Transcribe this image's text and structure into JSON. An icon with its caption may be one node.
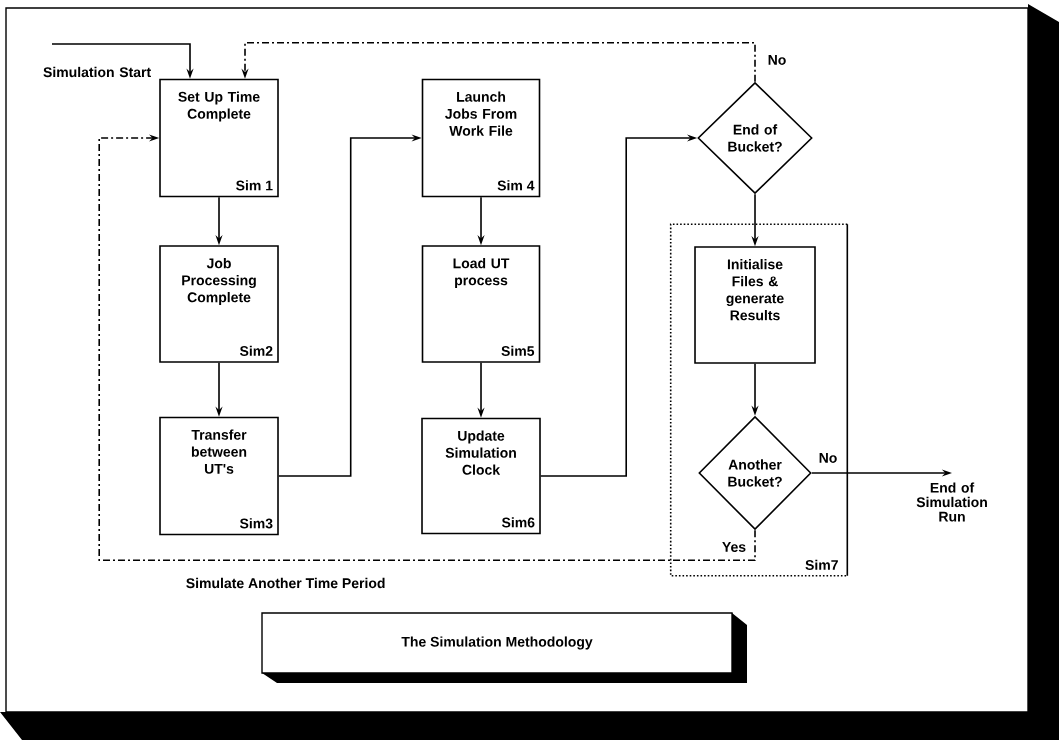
{
  "diagram": {
    "title": "The Simulation Methodology",
    "nodes": [
      {
        "text": [
          "Simulation Start"
        ]
      },
      {
        "text": [
          "Set Up Time Complete",
          "Sim 1"
        ]
      },
      {
        "text": [
          "Job Processing Complete",
          "Sim2"
        ]
      },
      {
        "text": [
          "Transfer between UT's",
          "Sim3"
        ]
      },
      {
        "text": [
          "Launch Jobs From Work File",
          "Sim 4"
        ]
      },
      {
        "text": [
          "Load UT process",
          "Sim5"
        ]
      },
      {
        "text": [
          "Update Simulation Clock",
          "Sim6"
        ]
      },
      {
        "text": [
          "End of Bucket?"
        ]
      },
      {
        "text": [
          "Sim7"
        ]
      },
      {
        "text": [
          "Initialise Files & generate Results"
        ],
        "in": 8
      },
      {
        "text": [
          "Another Bucket?"
        ],
        "in": 8
      },
      {
        "text": [
          "End of Simulation Run"
        ]
      }
    ],
    "edges": [
      {
        "from": 0,
        "to": 1,
        "arrow": "to"
      },
      {
        "from": 1,
        "to": 2,
        "arrow": "to"
      },
      {
        "from": 2,
        "to": 3,
        "arrow": "to"
      },
      {
        "from": 3,
        "to": 4,
        "arrow": "to"
      },
      {
        "from": 4,
        "to": 5,
        "arrow": "to"
      },
      {
        "from": 5,
        "to": 6,
        "arrow": "to"
      },
      {
        "from": 6,
        "to": 7,
        "arrow": "to"
      },
      {
        "from": 7,
        "to": 1,
        "arrow": "to",
        "label": "No",
        "style": "dashed"
      },
      {
        "from": 7,
        "to": 9,
        "arrow": "to"
      },
      {
        "from": 9,
        "to": 10,
        "arrow": "to"
      },
      {
        "from": 10,
        "to": 11,
        "arrow": "to",
        "label": "No"
      },
      {
        "from": 10,
        "to": 1,
        "arrow": "to",
        "label": "Yes",
        "style": "dashed"
      }
    ],
    "labels": [
      "Simulate Another Time Period"
    ]
  }
}
